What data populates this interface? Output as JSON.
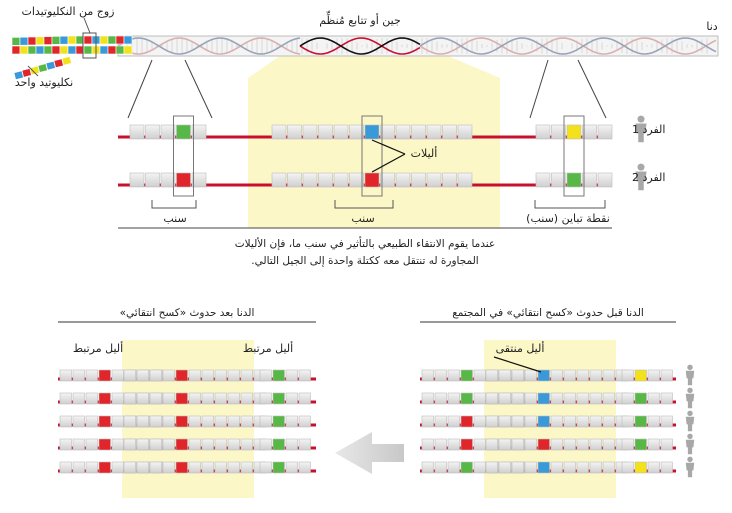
{
  "labels": {
    "nucleotide_pair": "زوج من النكليوتيدات",
    "single_nucleotide": "نكليوتيد واحد",
    "dna": "دنا",
    "gene_region": "جين أو تتابع مُنظِّم",
    "individual_1": "الفرد 1",
    "individual_2": "الفرد 2",
    "alleles": "أليلات",
    "snp_left": "سنب",
    "snp_center": "سنب",
    "variation_point": "نقطة تباين (سنب)",
    "explanation_line1": "عندما يقوم الانتقاء الطبيعي بالتأثير في سنب ما، فإن الأليلات",
    "explanation_line2": "المجاورة له تنتقل معه ككتلة واحدة إلى الجيل التالي.",
    "before_title": "الدنا قبل حدوث «كسح انتقائي» في المجتمع",
    "after_title": "الدنا بعد حدوث «كسح انتقائي»",
    "selected_allele": "أليل منتقى",
    "linked_allele_left": "أليل مرتبط",
    "linked_allele_right": "أليل مرتبط"
  },
  "colors": {
    "red": "#e0262b",
    "green": "#57b847",
    "blue": "#3a9ad9",
    "yellow": "#f2e21c",
    "highlight": "#fbf7c6",
    "strand_red": "#c8102e",
    "person": "#a8a8a8",
    "arrow": "#d4d4d4"
  },
  "icons": [
    "person-icon",
    "arrow-left-icon",
    "dna-helix-icon"
  ]
}
